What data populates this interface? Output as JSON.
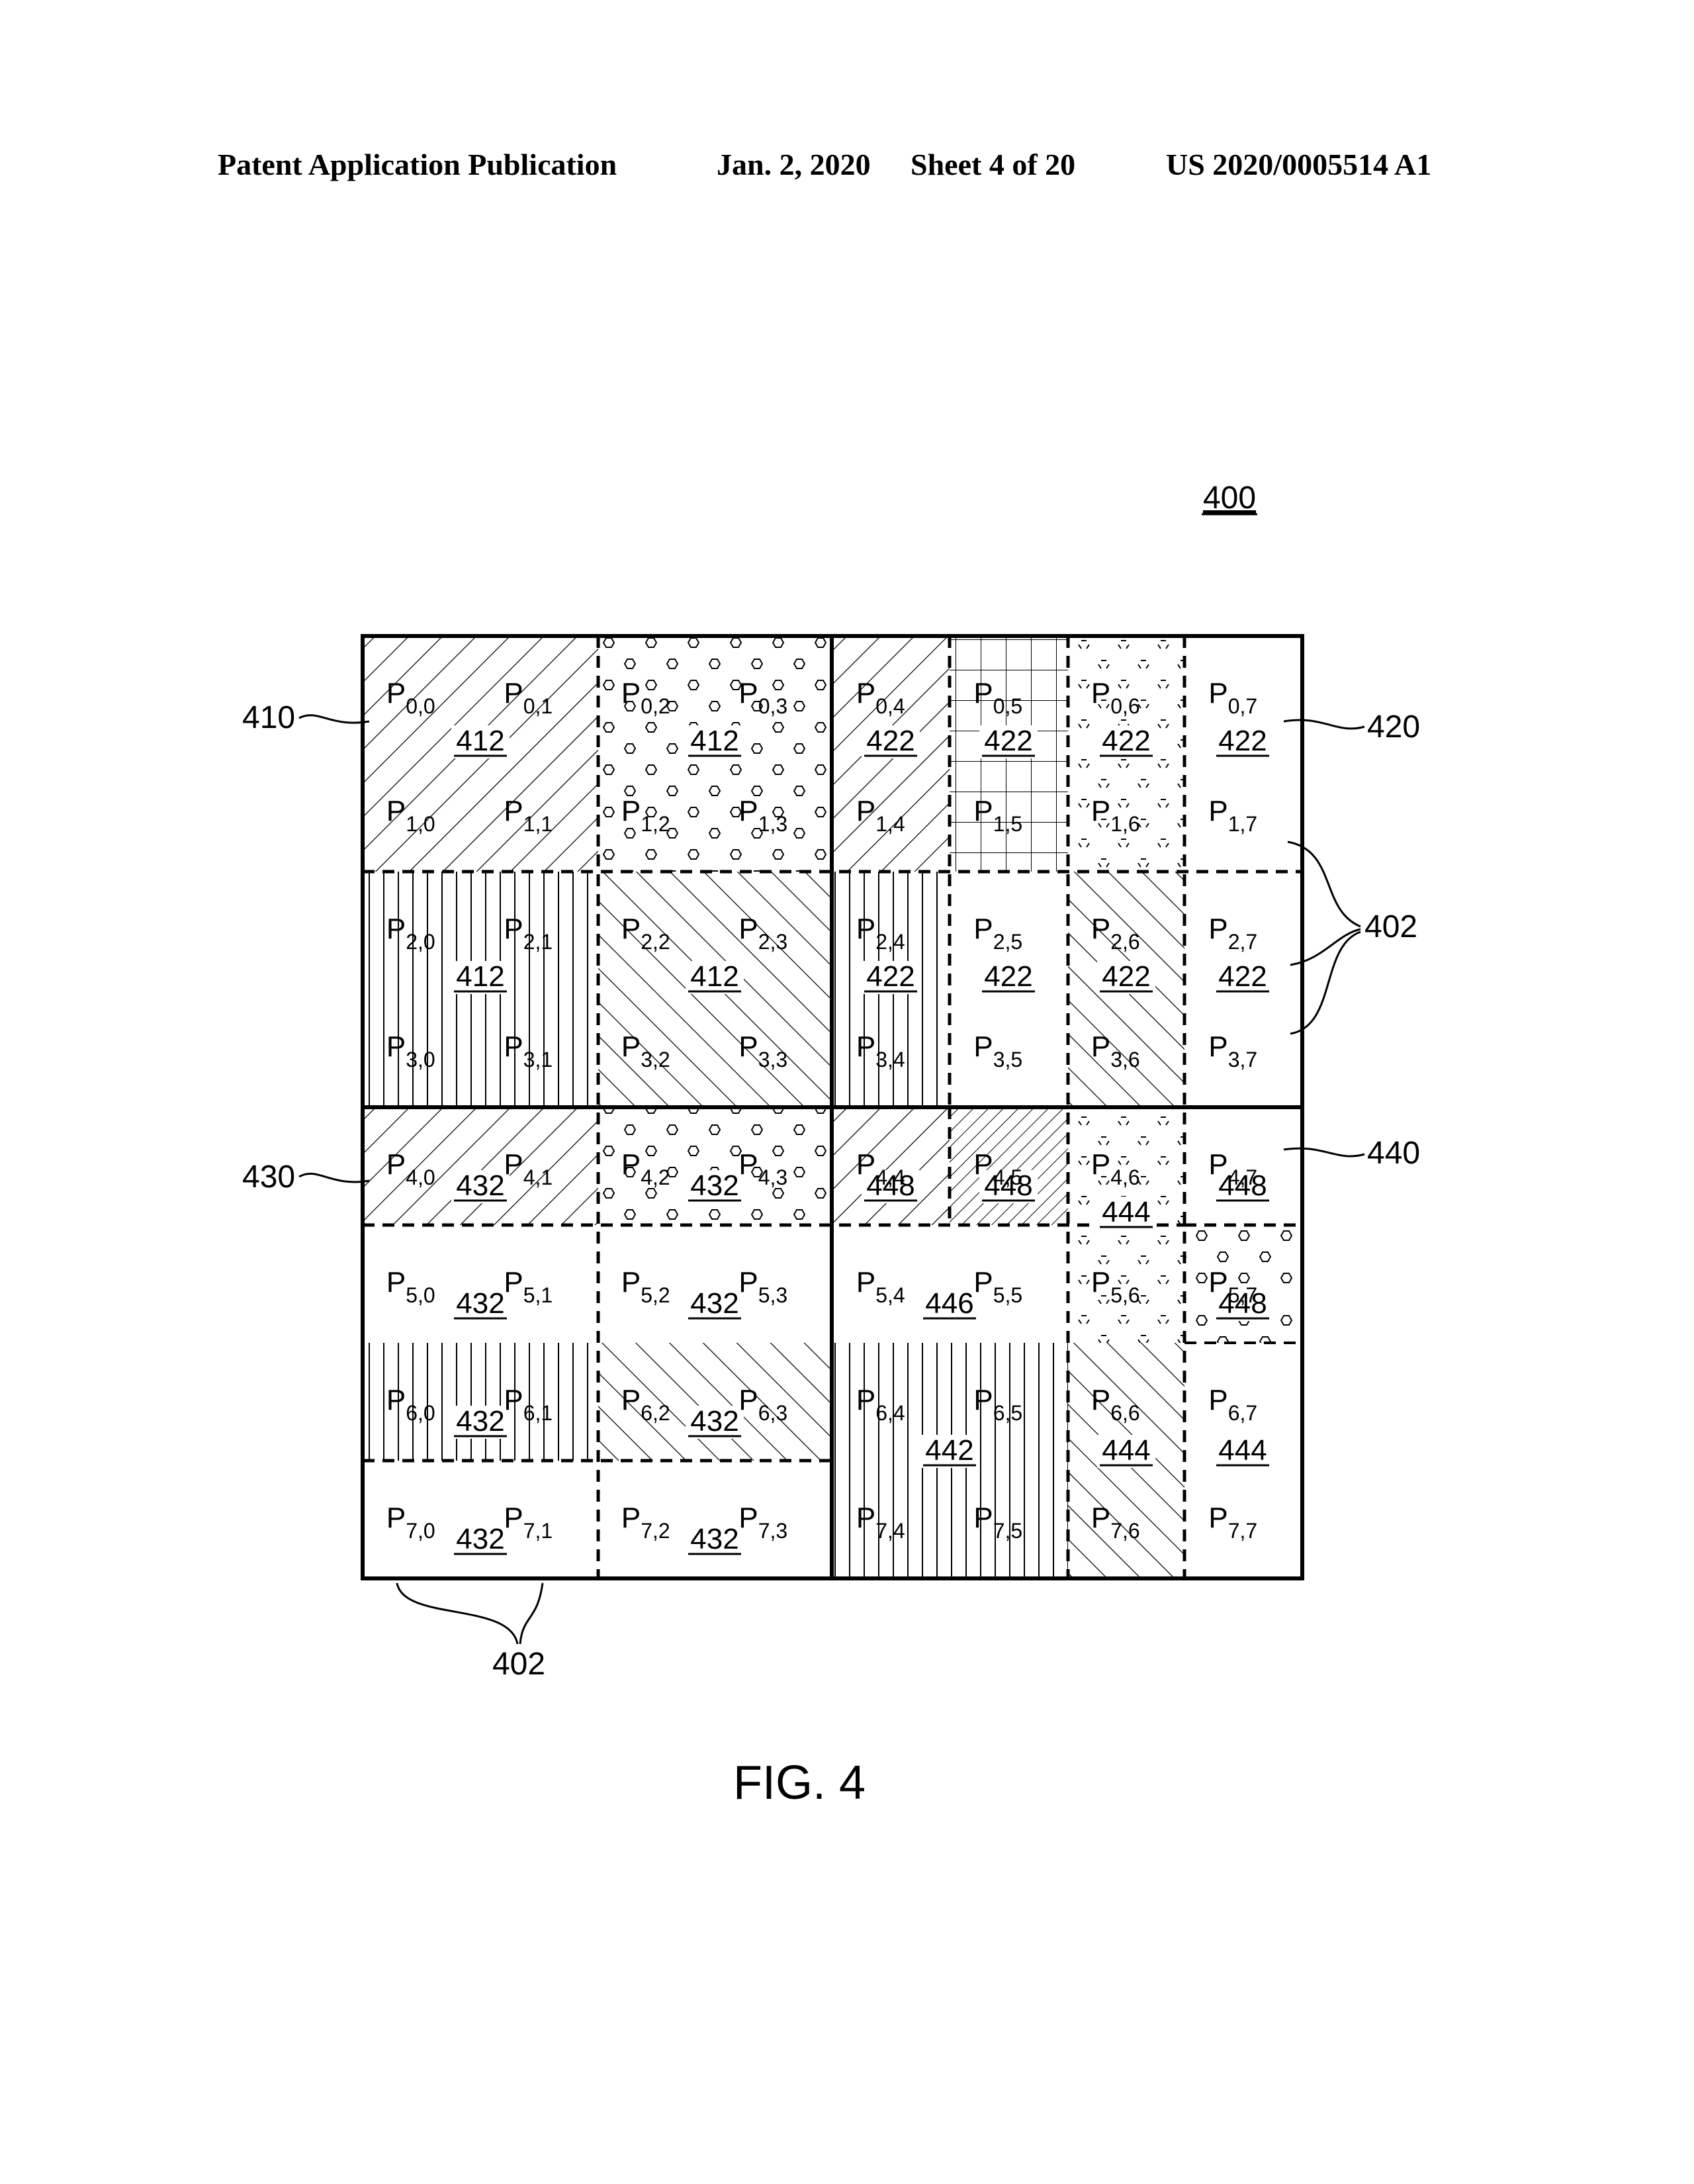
{
  "header": {
    "publication": "Patent Application Publication",
    "date": "Jan. 2, 2020",
    "sheet": "Sheet 4 of 20",
    "number": "US 2020/0005514 A1"
  },
  "figure": {
    "ref_main": "400",
    "caption": "FIG. 4",
    "side_labels": {
      "left_top": "410",
      "left_mid": "430",
      "right_top": "420",
      "right_mid": "402",
      "right_lower": "440",
      "bottom": "402"
    },
    "rows": [
      [
        {
          "base": "P",
          "sub": "0,0"
        },
        {
          "base": "P",
          "sub": "0,1"
        },
        {
          "base": "P",
          "sub": "0,2"
        },
        {
          "base": "P",
          "sub": "0,3"
        },
        {
          "base": "P",
          "sub": "0,4"
        },
        {
          "base": "P",
          "sub": "0,5"
        },
        {
          "base": "P",
          "sub": "0,6"
        },
        {
          "base": "P",
          "sub": "0,7"
        }
      ],
      [
        {
          "base": "P",
          "sub": "1,0"
        },
        {
          "base": "P",
          "sub": "1,1"
        },
        {
          "base": "P",
          "sub": "1,2"
        },
        {
          "base": "P",
          "sub": "1,3"
        },
        {
          "base": "P",
          "sub": "1,4"
        },
        {
          "base": "P",
          "sub": "1,5"
        },
        {
          "base": "P",
          "sub": "1,6"
        },
        {
          "base": "P",
          "sub": "1,7"
        }
      ],
      [
        {
          "base": "P",
          "sub": "2,0"
        },
        {
          "base": "P",
          "sub": "2,1"
        },
        {
          "base": "P",
          "sub": "2,2"
        },
        {
          "base": "P",
          "sub": "2,3"
        },
        {
          "base": "P",
          "sub": "2,4"
        },
        {
          "base": "P",
          "sub": "2,5"
        },
        {
          "base": "P",
          "sub": "2,6"
        },
        {
          "base": "P",
          "sub": "2,7"
        }
      ],
      [
        {
          "base": "P",
          "sub": "3,0"
        },
        {
          "base": "P",
          "sub": "3,1"
        },
        {
          "base": "P",
          "sub": "3,2"
        },
        {
          "base": "P",
          "sub": "3,3"
        },
        {
          "base": "P",
          "sub": "3,4"
        },
        {
          "base": "P",
          "sub": "3,5"
        },
        {
          "base": "P",
          "sub": "3,6"
        },
        {
          "base": "P",
          "sub": "3,7"
        }
      ],
      [
        {
          "base": "P",
          "sub": "4,0"
        },
        {
          "base": "P",
          "sub": "4,1"
        },
        {
          "base": "P",
          "sub": "4,2"
        },
        {
          "base": "P",
          "sub": "4,3"
        },
        {
          "base": "P",
          "sub": "4,4"
        },
        {
          "base": "P",
          "sub": "4,5"
        },
        {
          "base": "P",
          "sub": "4,6"
        },
        {
          "base": "P",
          "sub": "4,7"
        }
      ],
      [
        {
          "base": "P",
          "sub": "5,0"
        },
        {
          "base": "P",
          "sub": "5,1"
        },
        {
          "base": "P",
          "sub": "5,2"
        },
        {
          "base": "P",
          "sub": "5,3"
        },
        {
          "base": "P",
          "sub": "5,4"
        },
        {
          "base": "P",
          "sub": "5,5"
        },
        {
          "base": "P",
          "sub": "5,6"
        },
        {
          "base": "P",
          "sub": "5,7"
        }
      ],
      [
        {
          "base": "P",
          "sub": "6,0"
        },
        {
          "base": "P",
          "sub": "6,1"
        },
        {
          "base": "P",
          "sub": "6,2"
        },
        {
          "base": "P",
          "sub": "6,3"
        },
        {
          "base": "P",
          "sub": "6,4"
        },
        {
          "base": "P",
          "sub": "6,5"
        },
        {
          "base": "P",
          "sub": "6,6"
        },
        {
          "base": "P",
          "sub": "6,7"
        }
      ],
      [
        {
          "base": "P",
          "sub": "7,0"
        },
        {
          "base": "P",
          "sub": "7,1"
        },
        {
          "base": "P",
          "sub": "7,2"
        },
        {
          "base": "P",
          "sub": "7,3"
        },
        {
          "base": "P",
          "sub": "7,4"
        },
        {
          "base": "P",
          "sub": "7,5"
        },
        {
          "base": "P",
          "sub": "7,6"
        },
        {
          "base": "P",
          "sub": "7,7"
        }
      ]
    ],
    "block_labels": [
      {
        "block": "0-0",
        "text": "412"
      },
      {
        "block": "0-1",
        "text": "412"
      },
      {
        "block": "0-2",
        "text": "422"
      },
      {
        "block": "0-5",
        "text": "422"
      },
      {
        "block": "0-6",
        "text": "422"
      },
      {
        "block": "0-7",
        "text": "422"
      },
      {
        "block": "1-0",
        "text": "412"
      },
      {
        "block": "1-1",
        "text": "412"
      },
      {
        "block": "1-4",
        "text": "422"
      },
      {
        "block": "1-5",
        "text": "422"
      },
      {
        "block": "1-6",
        "text": "422"
      },
      {
        "block": "1-7",
        "text": "422"
      },
      {
        "block": "2-0",
        "text": "432"
      },
      {
        "block": "2-1",
        "text": "432"
      },
      {
        "block": "2-4",
        "text": "448"
      },
      {
        "block": "2-5",
        "text": "448"
      },
      {
        "block": "2-7",
        "text": "448"
      },
      {
        "block": "2-0b",
        "text": "432"
      },
      {
        "block": "2-1b",
        "text": "432"
      },
      {
        "block": "2-2b",
        "text": "446"
      },
      {
        "block": "2-6",
        "text": "444"
      },
      {
        "block": "2-7b",
        "text": "448"
      },
      {
        "block": "3-0",
        "text": "432"
      },
      {
        "block": "3-1",
        "text": "432"
      },
      {
        "block": "3-2",
        "text": "442"
      },
      {
        "block": "3-6",
        "text": "444"
      },
      {
        "block": "3-7",
        "text": "444"
      },
      {
        "block": "3-0b",
        "text": "432"
      },
      {
        "block": "3-1b",
        "text": "432"
      }
    ]
  }
}
